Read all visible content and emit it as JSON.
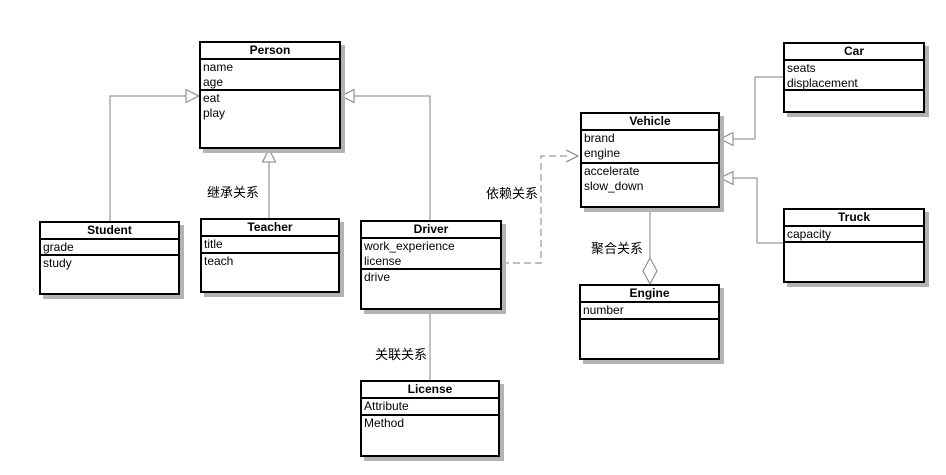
{
  "diagram": {
    "type": "uml-class-diagram",
    "classes": {
      "person": {
        "name": "Person",
        "attributes": [
          "name",
          "age"
        ],
        "methods": [
          "eat",
          "play"
        ]
      },
      "student": {
        "name": "Student",
        "attributes": [
          "grade"
        ],
        "methods": [
          "study"
        ]
      },
      "teacher": {
        "name": "Teacher",
        "attributes": [
          "title"
        ],
        "methods": [
          "teach"
        ]
      },
      "driver": {
        "name": "Driver",
        "attributes": [
          "work_experience",
          "license"
        ],
        "methods": [
          "drive"
        ]
      },
      "vehicle": {
        "name": "Vehicle",
        "attributes": [
          "brand",
          "engine"
        ],
        "methods": [
          "accelerate",
          "slow_down"
        ]
      },
      "car": {
        "name": "Car",
        "attributes": [
          "seats",
          "displacement"
        ],
        "methods": []
      },
      "truck": {
        "name": "Truck",
        "attributes": [
          "capacity"
        ],
        "methods": []
      },
      "engine": {
        "name": "Engine",
        "attributes": [
          "number"
        ],
        "methods": []
      },
      "license": {
        "name": "License",
        "attributes": [
          "Attribute"
        ],
        "methods": [
          "Method"
        ]
      }
    },
    "relationship_labels": {
      "inheritance": "继承关系",
      "dependency": "依赖关系",
      "aggregation": "聚合关系",
      "association": "关联关系"
    },
    "relationships": [
      {
        "from": "Student",
        "to": "Person",
        "type": "inheritance"
      },
      {
        "from": "Teacher",
        "to": "Person",
        "type": "inheritance",
        "label": "继承关系"
      },
      {
        "from": "Driver",
        "to": "Person",
        "type": "inheritance"
      },
      {
        "from": "Driver",
        "to": "Vehicle",
        "type": "dependency",
        "label": "依赖关系"
      },
      {
        "from": "Driver",
        "to": "License",
        "type": "association",
        "label": "关联关系"
      },
      {
        "from": "Engine",
        "to": "Vehicle",
        "type": "aggregation",
        "label": "聚合关系"
      },
      {
        "from": "Car",
        "to": "Vehicle",
        "type": "inheritance"
      },
      {
        "from": "Truck",
        "to": "Vehicle",
        "type": "inheritance"
      }
    ],
    "colors": {
      "connector": "#808080",
      "border": "#000000",
      "background": "#ffffff",
      "shadow": "#b3b3b3"
    }
  }
}
